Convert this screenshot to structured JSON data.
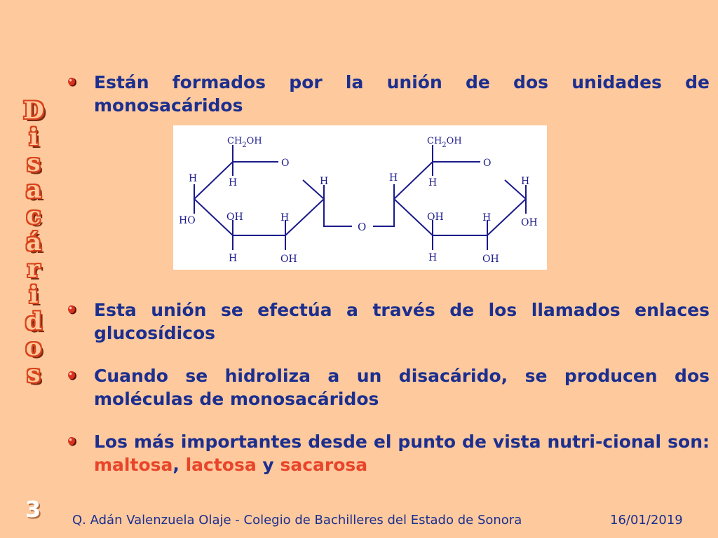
{
  "title_letters": [
    "D",
    "i",
    "s",
    "a",
    "c",
    "á",
    "r",
    "i",
    "d",
    "o",
    "s"
  ],
  "bullets": [
    {
      "text": "Están formados por la unión de dos unidades de monosacáridos"
    },
    {
      "text": "Esta unión se efectúa a través de los llamados enlaces glucosídicos"
    },
    {
      "text": "Cuando se hidroliza a un disacárido, se producen dos moléculas de monosacáridos"
    },
    {
      "text_before": "Los más importantes desde el punto de vista nutri-cional son: ",
      "hl1": "maltosa",
      "sep1": ", ",
      "hl2": "lactosa",
      "sep2": " y ",
      "hl3": "sacarosa"
    }
  ],
  "figure": {
    "ring1": {
      "ch2oh": "CH",
      "sub": "2",
      "oh": "OH",
      "o": "O",
      "h_top_left": "H",
      "h_inner_left": "H",
      "h_right": "H",
      "ho": "HO",
      "oh_mid": "OH",
      "h_mid": "H",
      "h_bottom": "H",
      "oh_bottom": "OH"
    },
    "bridge_o": "O",
    "ring2": {
      "ch2oh": "CH",
      "sub": "2",
      "oh": "OH",
      "o": "O",
      "h_top_left": "H",
      "h_inner_left": "H",
      "h_right": "H",
      "oh_right": "OH",
      "oh_mid": "OH",
      "h_mid": "H",
      "h_bottom": "H",
      "oh_bottom": "OH"
    }
  },
  "colors": {
    "background": "#fdc99d",
    "text": "#1c2f8f",
    "highlight": "#e8452a",
    "title_outline": "#d9421a"
  },
  "page_number": "3",
  "footer": "Q. Adán Valenzuela Olaje - Colegio de Bachilleres del Estado de Sonora",
  "date": "16/01/2019"
}
